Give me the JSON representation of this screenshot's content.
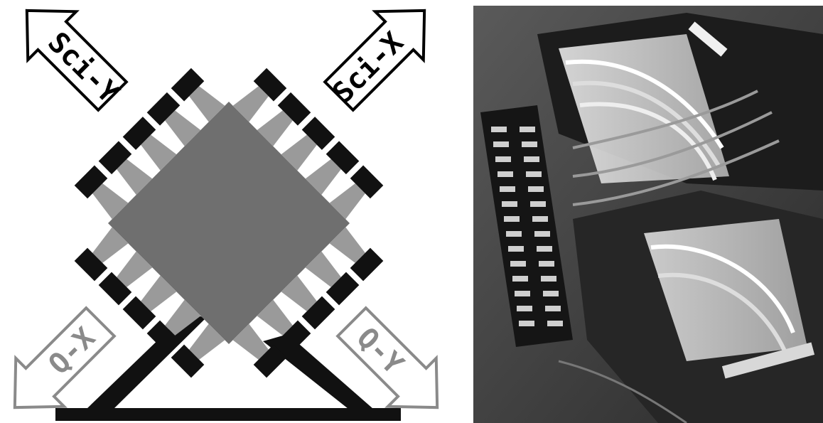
{
  "diagram": {
    "arrows": {
      "sci_y": {
        "label": "Sci-Y"
      },
      "sci_x": {
        "label": "Sci-X"
      },
      "q_x": {
        "label": "Q-X"
      },
      "q_y": {
        "label": "Q-Y"
      }
    },
    "colors": {
      "square": "#6f6f6f",
      "pmt": "#111111",
      "light_guide": "#9a9a9a",
      "q_arrow": "#8a8a8a",
      "sci_arrow": "#000000",
      "base": "#111111"
    }
  }
}
